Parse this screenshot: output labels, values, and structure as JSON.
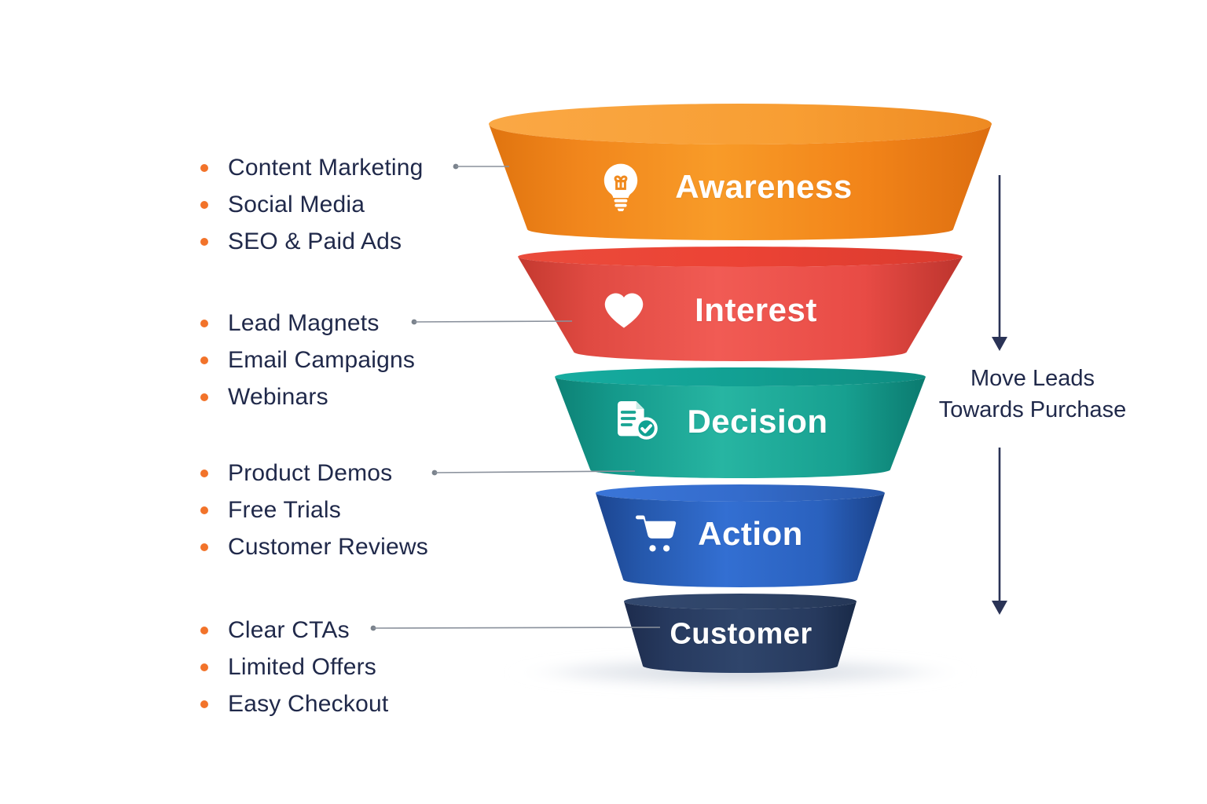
{
  "diagram": {
    "type": "marketing-funnel",
    "stages": [
      {
        "label": "Awareness",
        "icon": "lightbulb-icon",
        "color": "#F5891E"
      },
      {
        "label": "Interest",
        "icon": "heart-icon",
        "color": "#EC4B45"
      },
      {
        "label": "Decision",
        "icon": "checklist-check-icon",
        "color": "#18A493"
      },
      {
        "label": "Action",
        "icon": "shopping-cart-icon",
        "color": "#2D64C4"
      },
      {
        "label": "Customer",
        "icon": null,
        "color": "#2B4066"
      }
    ],
    "tactic_groups": [
      {
        "stage": "Awareness",
        "items": [
          "Content Marketing",
          "Social Media",
          "SEO & Paid Ads"
        ]
      },
      {
        "stage": "Interest",
        "items": [
          "Lead Magnets",
          "Email Campaigns",
          "Webinars"
        ]
      },
      {
        "stage": "Decision",
        "items": [
          "Product Demos",
          "Free Trials",
          "Customer Reviews"
        ]
      },
      {
        "stage": "Customer",
        "items": [
          "Clear CTAs",
          "Limited Offers",
          "Easy Checkout"
        ]
      }
    ],
    "annotation": {
      "line1": "Move Leads",
      "line2": "Towards Purchase"
    },
    "colors": {
      "bullet": "#F2732A",
      "body_text": "#20294A",
      "connector_line": "#8A919C",
      "arrow": "#2A3356",
      "stage_label_text": "#FFFFFF"
    }
  }
}
